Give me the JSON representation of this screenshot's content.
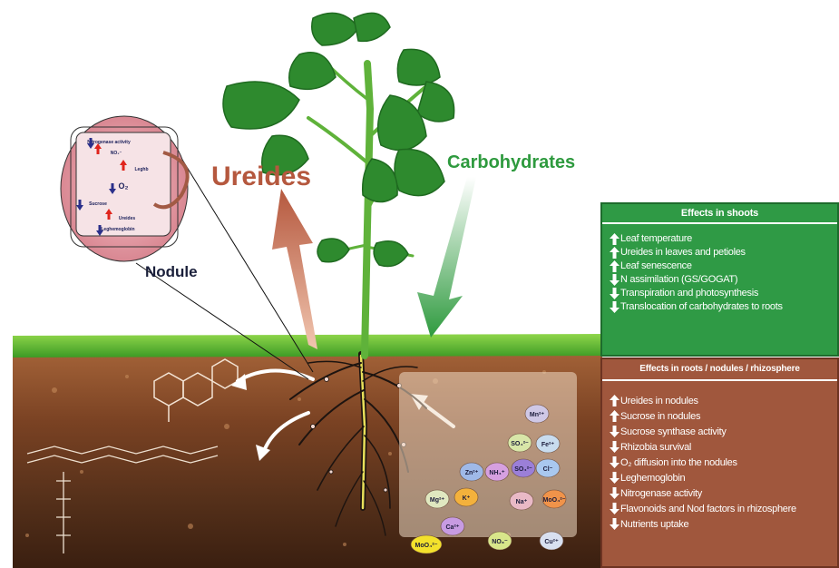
{
  "labels": {
    "ureides": "Ureides",
    "carbohydrates": "Carbohydrates",
    "nodule": "Nodule"
  },
  "shoots_panel": {
    "title": "Effects in shoots",
    "items": [
      {
        "dir": "up",
        "text": "Leaf temperature"
      },
      {
        "dir": "up",
        "text": "Ureides in leaves and petioles"
      },
      {
        "dir": "up",
        "text": "Leaf senescence"
      },
      {
        "dir": "down",
        "text": "N assimilation (GS/GOGAT)"
      },
      {
        "dir": "down",
        "text": "Transpiration and photosynthesis"
      },
      {
        "dir": "down",
        "text": "Translocation of carbohydrates to roots"
      }
    ]
  },
  "roots_panel": {
    "title": "Effects in roots / nodules / rhizosphere",
    "items": [
      {
        "dir": "up",
        "text": "Ureides in nodules"
      },
      {
        "dir": "up",
        "text": "Sucrose in nodules"
      },
      {
        "dir": "down",
        "text": "Sucrose synthase activity"
      },
      {
        "dir": "down",
        "text": "Rhizobia survival"
      },
      {
        "dir": "down",
        "text": "O₂ diffusion into the nodules"
      },
      {
        "dir": "down",
        "text": "Leghemoglobin"
      },
      {
        "dir": "down",
        "text": "Nitrogenase activity"
      },
      {
        "dir": "down",
        "text": "Flavonoids and Nod factors in rhizosphere"
      },
      {
        "dir": "down",
        "text": "Nutrients uptake"
      }
    ]
  },
  "nodule_inset": {
    "items": [
      "Nitrogenase activity",
      "NO₃⁻",
      "Leghb",
      "O₂",
      "Sucrose",
      "Ureides",
      "Leghemoglobin"
    ]
  },
  "nutrients": [
    "Mn²⁺",
    "SO₄²⁻",
    "Fe²⁺",
    "Zn²⁺",
    "NH₄⁺",
    "SO₄²⁻",
    "Cl⁻",
    "Mg²⁺",
    "K⁺",
    "Na⁺",
    "MoO₄²⁻",
    "Ca²⁺",
    "MoO₄²⁻",
    "NO₃⁻",
    "Cu²⁺"
  ],
  "colors": {
    "ureides": "#b5583e",
    "carbohydrates": "#2e9a3e",
    "shoots_panel": "#2f9a45",
    "roots_panel": "#a0573d",
    "nodule": "#e8a0a8",
    "soil_top": "#9a5a30",
    "soil_bottom": "#3a1f10",
    "grass": "#55b32f"
  }
}
